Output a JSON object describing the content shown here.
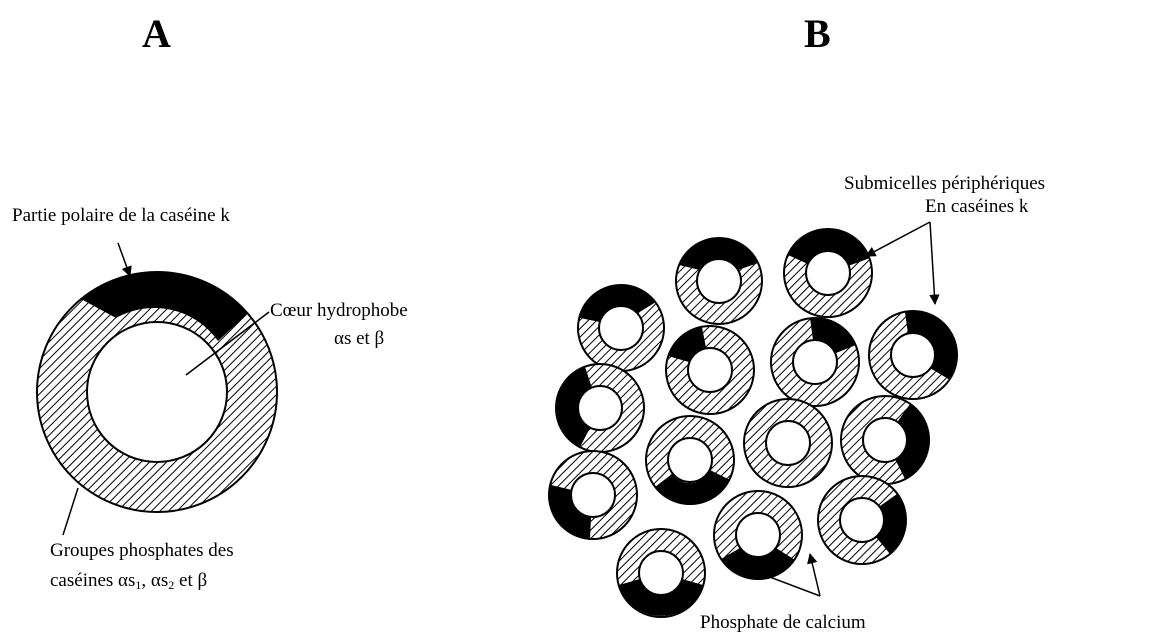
{
  "panels": {
    "a": "A",
    "b": "B"
  },
  "panel_a": {
    "label_polar": "Partie polaire de la caséine k",
    "label_core_1": "Cœur hydrophobe",
    "label_core_2": "αs et β",
    "label_phosphate_1": "Groupes phosphates des",
    "label_phosphate_2_a": "caséines αs",
    "label_phosphate_2_sub1": "1",
    "label_phosphate_2_b": ", αs",
    "label_phosphate_2_sub2": "2",
    "label_phosphate_2_c": " et β"
  },
  "panel_b": {
    "label_submicelles_1": "Submicelles périphériques",
    "label_submicelles_2": "En caséines k",
    "label_calcium": "Phosphate de calcium"
  },
  "colors": {
    "ink": "#000000",
    "paper": "#ffffff"
  }
}
